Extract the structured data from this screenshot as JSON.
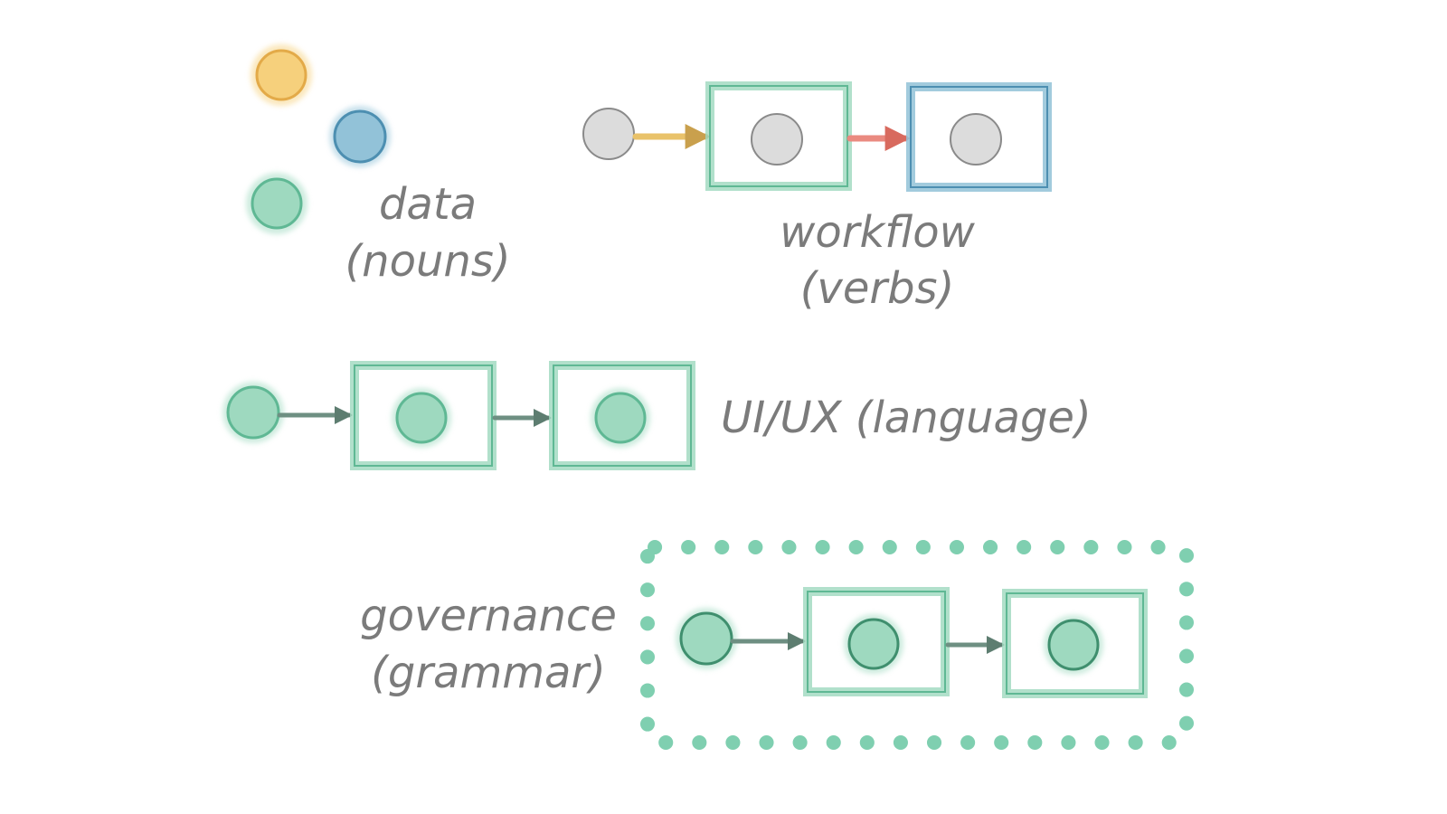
{
  "colors": {
    "background": "#ffffff",
    "green_fill": "#9ed9bf",
    "green_stroke": "#5fb894",
    "green_dark": "#3f8f6e",
    "yellow_fill": "#f6d07c",
    "yellow_stroke": "#e3aa48",
    "blue_fill": "#92c2d8",
    "blue_stroke": "#4d8fb1",
    "gray_fill": "#dcdcdc",
    "gray_stroke": "#8a8a8a",
    "arrow_yellow": "#e9c26a",
    "arrow_red": "#ea8a80",
    "arrow_green": "#6e8f82",
    "label_text": "#7b7b7b"
  },
  "data_section": {
    "label_line1": "data",
    "label_line2": "(nouns)",
    "circle_colors": [
      "yellow",
      "blue",
      "green"
    ]
  },
  "workflow_section": {
    "label_line1": "workflow",
    "label_line2": "(verbs)",
    "box_colors": [
      "green",
      "blue"
    ],
    "node_color": "gray"
  },
  "uiux_section": {
    "label": "UI/UX (language)",
    "box_colors": [
      "green",
      "green"
    ],
    "node_color": "green"
  },
  "governance_section": {
    "label_line1": "governance",
    "label_line2": "(grammar)",
    "border_style": "dotted",
    "box_colors": [
      "green",
      "green"
    ],
    "node_color": "green"
  }
}
